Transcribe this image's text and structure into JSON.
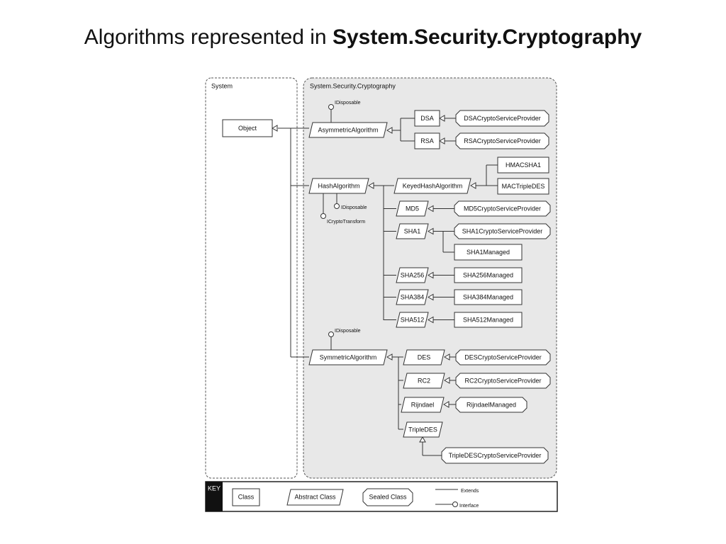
{
  "title": {
    "prefix": "Algorithms represented in ",
    "namespace": "System.Security.Cryptography"
  },
  "regions": {
    "system": "System",
    "crypto": "System.Security.Cryptography"
  },
  "interfaces": {
    "idisposable": "IDisposable",
    "icryptotransform": "ICryptoTransform"
  },
  "nodes": {
    "object": "Object",
    "asymmetric": "AsymmetricAlgorithm",
    "dsa": "DSA",
    "rsa": "RSA",
    "dsa_csp": "DSACryptoServiceProvider",
    "rsa_csp": "RSACryptoServiceProvider",
    "hash": "HashAlgorithm",
    "keyedhash": "KeyedHashAlgorithm",
    "hmacsha1": "HMACSHA1",
    "mactripledes": "MACTripleDES",
    "md5": "MD5",
    "md5_csp": "MD5CryptoServiceProvider",
    "sha1": "SHA1",
    "sha1_csp": "SHA1CryptoServiceProvider",
    "sha1_managed": "SHA1Managed",
    "sha256": "SHA256",
    "sha256_managed": "SHA256Managed",
    "sha384": "SHA384",
    "sha384_managed": "SHA384Managed",
    "sha512": "SHA512",
    "sha512_managed": "SHA512Managed",
    "symmetric": "SymmetricAlgorithm",
    "des": "DES",
    "des_csp": "DESCryptoServiceProvider",
    "rc2": "RC2",
    "rc2_csp": "RC2CryptoServiceProvider",
    "rijndael": "Rijndael",
    "rijndael_managed": "RijndaelManaged",
    "tripledes": "TripleDES",
    "tripledes_csp": "TripleDESCryptoServiceProvider"
  },
  "key": {
    "label": "KEY",
    "class": "Class",
    "abstract": "Abstract Class",
    "sealed": "Sealed Class",
    "extends": "Extends",
    "interface": "Interface"
  }
}
